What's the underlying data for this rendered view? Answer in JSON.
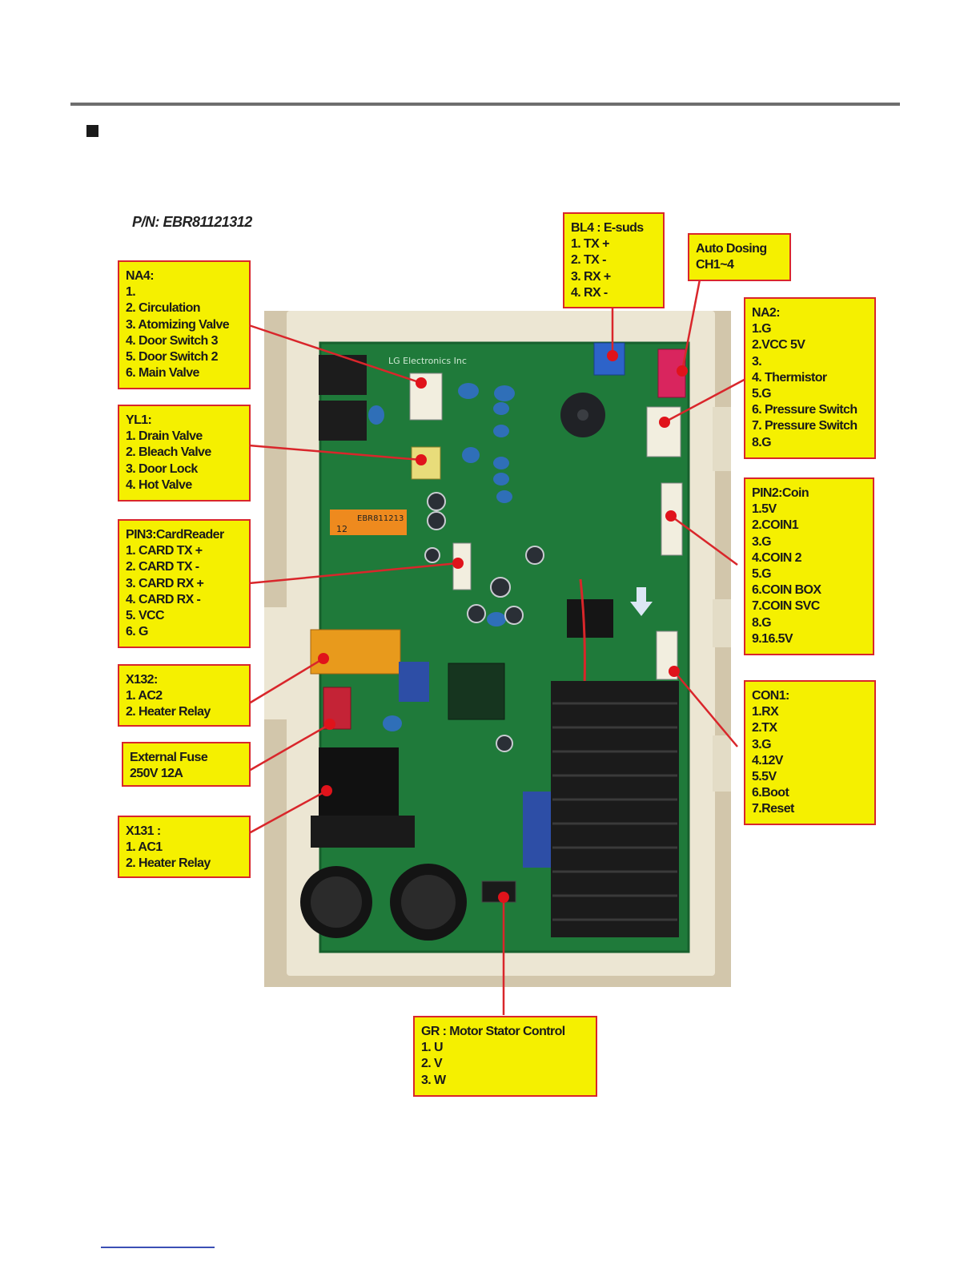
{
  "part_number": "P/N: EBR81121312",
  "board_text": {
    "maker": "LG Electronics Inc",
    "sticker_line1": "EBR811213",
    "sticker_line2": "12"
  },
  "colors": {
    "label_fill": "#f5f000",
    "label_border": "#d9262b",
    "leader": "#d9262b",
    "pcb": "#1f7a3a",
    "enclosure": "#ece6d3"
  },
  "labels": {
    "na4": {
      "title": "NA4:",
      "lines": [
        "1.",
        "2. Circulation",
        "3. Atomizing Valve",
        "4. Door Switch 3",
        "5. Door Switch 2",
        "6. Main Valve"
      ]
    },
    "yl1": {
      "title": "YL1:",
      "lines": [
        "1. Drain Valve",
        "2. Bleach Valve",
        "3. Door Lock",
        "4. Hot Valve"
      ]
    },
    "pin3": {
      "title": "PIN3:CardReader",
      "lines": [
        "1. CARD TX +",
        "2. CARD TX -",
        "3. CARD RX +",
        "4. CARD RX -",
        "5. VCC",
        "6. G"
      ]
    },
    "x132": {
      "title": "X132:",
      "lines": [
        "1. AC2",
        "2. Heater Relay"
      ]
    },
    "fuse": {
      "title": "External Fuse",
      "lines": [
        "250V 12A"
      ]
    },
    "x131": {
      "title": "X131 :",
      "lines": [
        "1. AC1",
        "2. Heater Relay"
      ]
    },
    "bl4": {
      "title": "BL4 : E-suds",
      "lines": [
        "1. TX +",
        "2. TX -",
        "3. RX +",
        "4. RX -"
      ]
    },
    "dosing": {
      "title": "Auto Dosing",
      "lines": [
        "CH1~4"
      ]
    },
    "na2": {
      "title": "NA2:",
      "lines": [
        "1.G",
        "2.VCC 5V",
        "3.",
        "4. Thermistor",
        "5.G",
        "6. Pressure Switch",
        "7. Pressure Switch",
        "8.G"
      ]
    },
    "pin2": {
      "title": "PIN2:Coin",
      "lines": [
        "1.5V",
        "2.COIN1",
        "3.G",
        "4.COIN 2",
        "5.G",
        "6.COIN BOX",
        "7.COIN SVC",
        "8.G",
        "9.16.5V"
      ]
    },
    "con1": {
      "title": "CON1:",
      "lines": [
        "1.RX",
        "2.TX",
        "3.G",
        "4.12V",
        "5.5V",
        "6.Boot",
        "7.Reset"
      ]
    },
    "gr": {
      "title": "GR : Motor Stator Control",
      "lines": [
        "1. U",
        "2. V",
        "3. W"
      ]
    }
  }
}
